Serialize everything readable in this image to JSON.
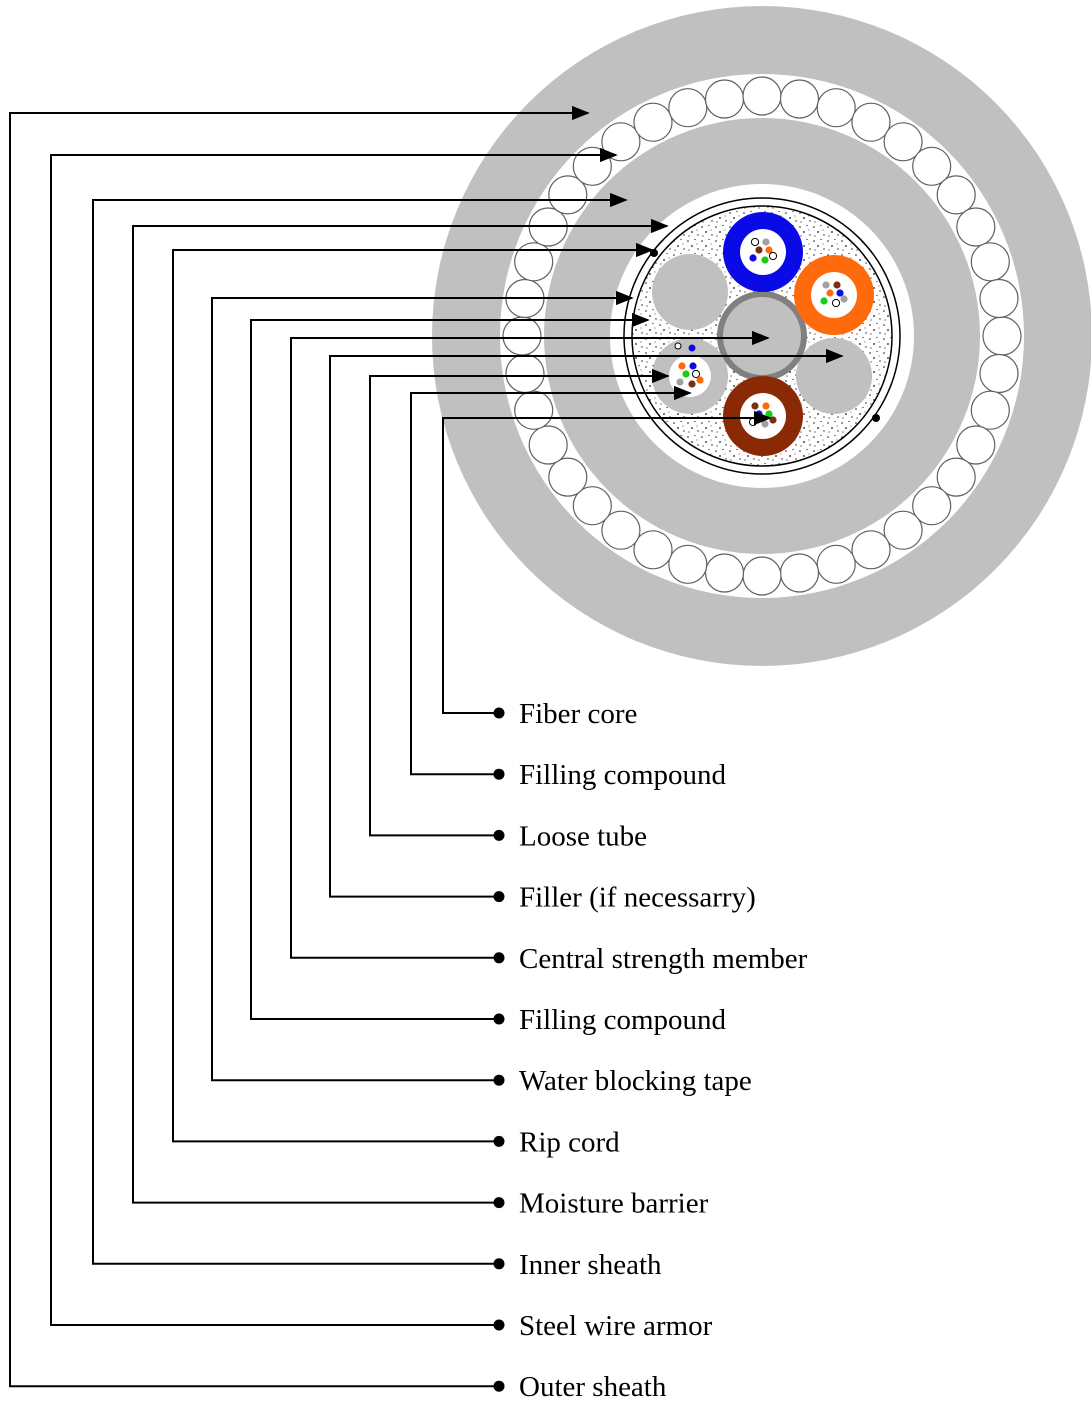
{
  "colors": {
    "sheath": "#c0c0c0",
    "armor_wire_fill": "#ffffff",
    "armor_wire_stroke": "#606060",
    "compound_speckle": "#1a1a1a",
    "csm_ring": "#808080",
    "csm_core": "#c0c0c0",
    "leader_line": "#000000"
  },
  "tubes": [
    {
      "name": "blue-tube",
      "color": "#0a0ae6",
      "icon": "loose-tube-icon"
    },
    {
      "name": "orange-tube",
      "color": "#ff6a0d",
      "icon": "loose-tube-icon"
    },
    {
      "name": "brown-tube",
      "color": "#8a2a05",
      "icon": "loose-tube-icon"
    },
    {
      "name": "grey-tube",
      "color": "#c0c0c0",
      "icon": "loose-tube-icon"
    }
  ],
  "fiber_colors": [
    "#ffffff",
    "#a0a0a0",
    "#7a3010",
    "#ff6a0d",
    "#0a0ae6",
    "#18cc18"
  ],
  "labels": [
    "Fiber core",
    "Filling compound",
    "Loose tube",
    "Filler (if necessarry)",
    "Central strength member",
    "Filling compound",
    "Water blocking tape",
    "Rip cord",
    "Moisture barrier",
    "Inner sheath",
    "Steel wire armor",
    "Outer sheath"
  ]
}
